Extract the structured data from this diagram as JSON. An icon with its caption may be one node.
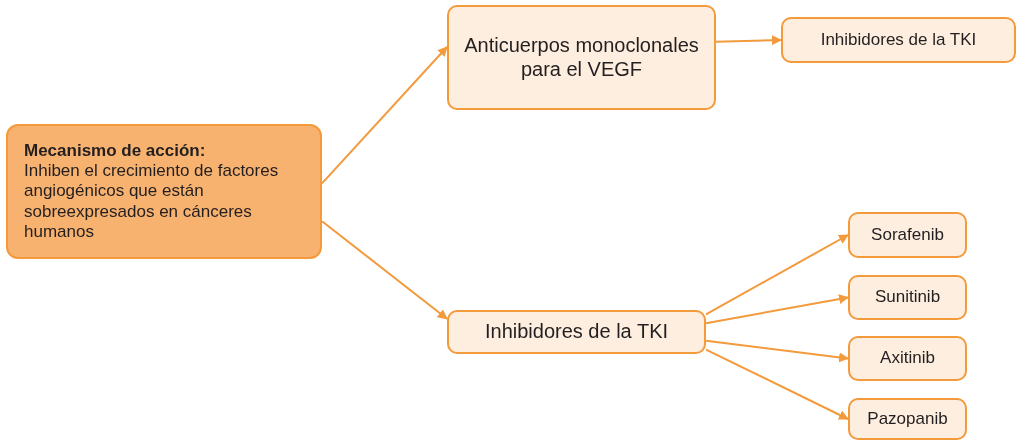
{
  "diagram": {
    "nodes": [
      {
        "text": [
          "Mecanismo de acción:",
          "Inhiben el crecimiento de factores angiogénicos que están sobreexpresados en cánceres humanos"
        ]
      },
      {
        "text": [
          "Anticuerpos monoclonales para el VEGF"
        ]
      },
      {
        "text": [
          "Inhibidores de la TKI"
        ]
      },
      {
        "text": [
          "Inhibidores de la TKI"
        ]
      },
      {
        "text": [
          "Sorafenib"
        ]
      },
      {
        "text": [
          "Sunitinib"
        ]
      },
      {
        "text": [
          "Axitinib"
        ]
      },
      {
        "text": [
          "Pazopanib"
        ]
      }
    ],
    "edges": [
      {
        "from": 0,
        "to": 1,
        "arrow": "to"
      },
      {
        "from": 1,
        "to": 2,
        "arrow": "to"
      },
      {
        "from": 0,
        "to": 3,
        "arrow": "to"
      },
      {
        "from": 3,
        "to": 4,
        "arrow": "to"
      },
      {
        "from": 3,
        "to": 5,
        "arrow": "to"
      },
      {
        "from": 3,
        "to": 6,
        "arrow": "to"
      },
      {
        "from": 3,
        "to": 7,
        "arrow": "to"
      }
    ]
  }
}
